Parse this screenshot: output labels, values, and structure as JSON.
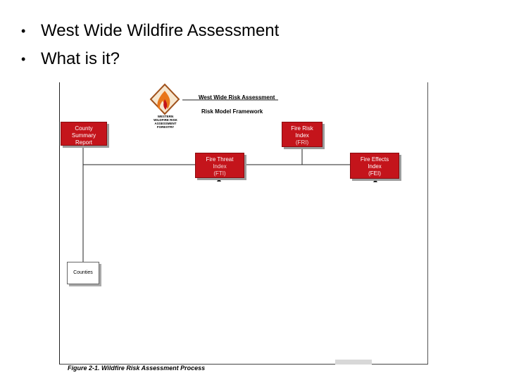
{
  "bullets": [
    {
      "text": "West Wide Wildfire Assessment"
    },
    {
      "text": "What is it?"
    }
  ],
  "figure": {
    "header_title": "West Wide Risk Assessment",
    "subtitle": "Risk Model Framework",
    "logo_lines": [
      "WESTERN",
      "WILDFIRE RISK",
      "ASSESSMENT",
      "FORESTRY"
    ],
    "boxes": {
      "county": {
        "line1": "County",
        "line2": "Summary",
        "line3": "Report"
      },
      "fri": {
        "line1": "Fire Risk",
        "line2": "Index",
        "line3": "(FRI)"
      },
      "fti": {
        "line1": "Fire Threat",
        "line2": "Index",
        "line3": "(FTI)"
      },
      "fei": {
        "line1": "Fire Effects",
        "line2": "Index",
        "line3": "(FEI)"
      },
      "counties": {
        "label": "Counties"
      }
    },
    "caption": "Figure 2-1.  Wildfire Risk Assessment Process"
  },
  "colors": {
    "box_red": "#c4141b",
    "flame_orange": "#e8761a"
  }
}
